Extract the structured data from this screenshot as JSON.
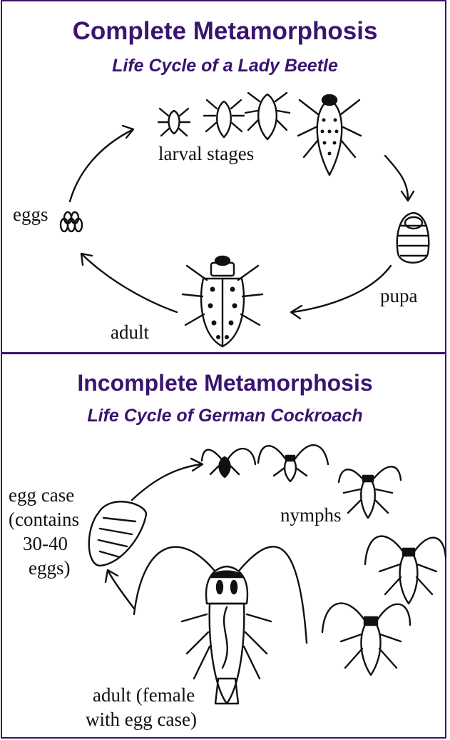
{
  "complete": {
    "title": "Complete  Metamorphosis",
    "subtitle": "Life Cycle of a Lady Beetle",
    "labels": {
      "larval": "larval stages",
      "eggs": "eggs",
      "pupa": "pupa",
      "adult": "adult"
    }
  },
  "incomplete": {
    "title": "Incomplete  Metamorphosis",
    "subtitle": "Life Cycle of German Cockroach",
    "labels": {
      "egg_case_1": "egg case",
      "egg_case_2": "(contains",
      "egg_case_3": "30-40",
      "egg_case_4": "eggs)",
      "nymphs": "nymphs",
      "adult_1": "adult (female",
      "adult_2": "with egg case)"
    }
  },
  "colors": {
    "title": "#3a1470",
    "border": "#3a1466",
    "ink": "#111111"
  }
}
